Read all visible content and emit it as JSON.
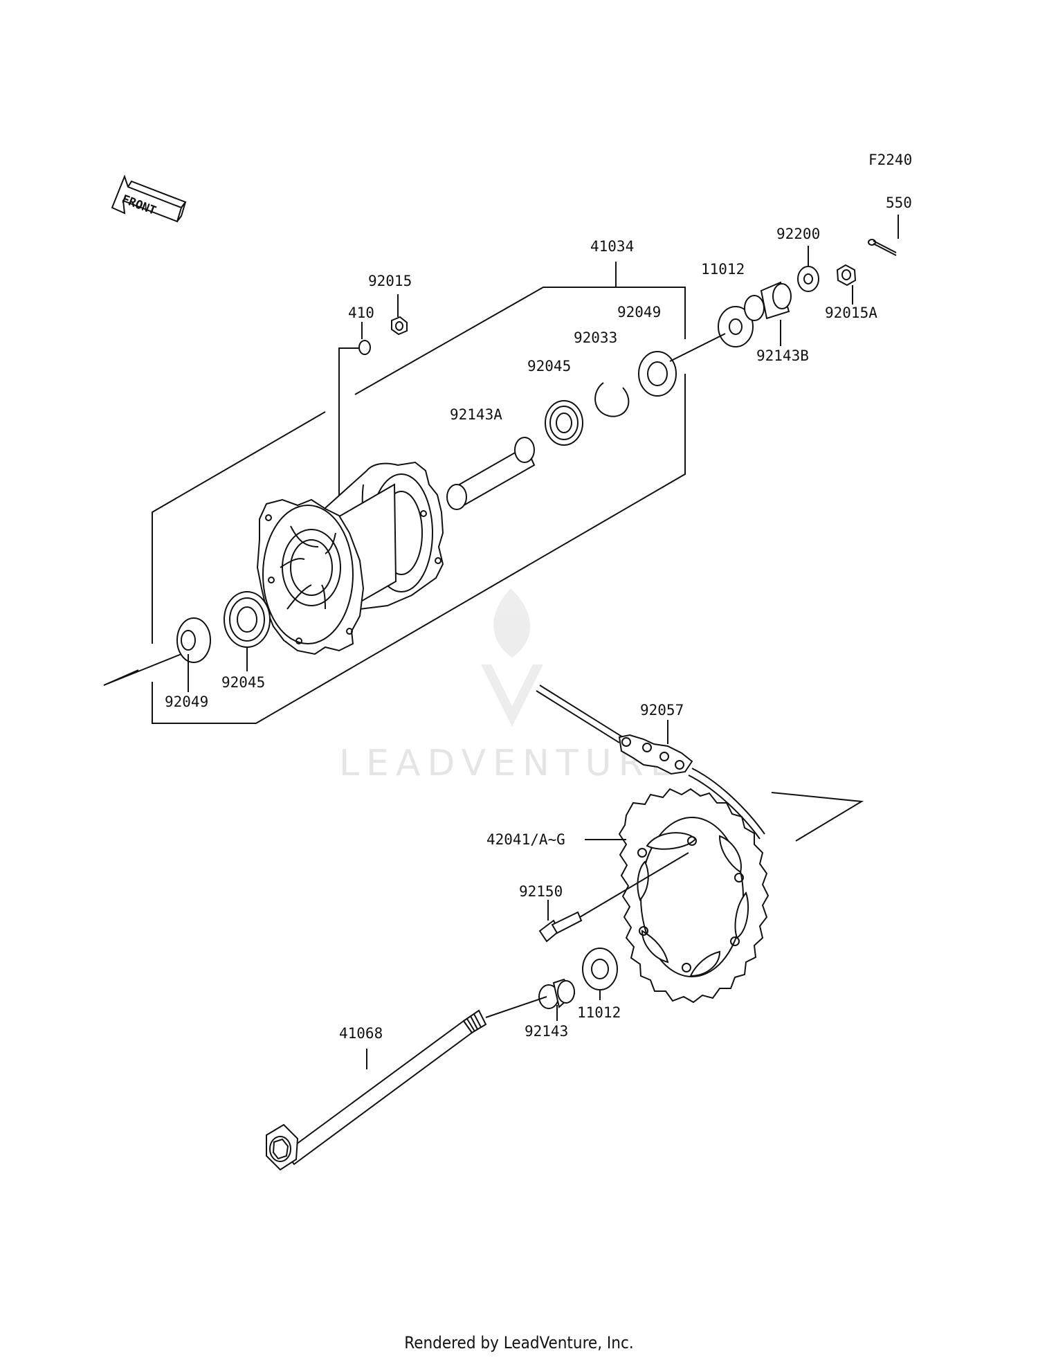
{
  "diagram_code": "F2240",
  "front_label": "FRONT",
  "watermark": "LEADVENTURE",
  "footer": "Rendered by LeadVenture, Inc.",
  "parts": {
    "p41034": "41034",
    "p92015": "92015",
    "p410": "410",
    "p11012_top": "11012",
    "p92200": "92200",
    "p550": "550",
    "p92049_top": "92049",
    "p92033": "92033",
    "p92045_top": "92045",
    "p92143A": "92143A",
    "p92143B": "92143B",
    "p92015A": "92015A",
    "p92045_bottom": "92045",
    "p92049_bottom": "92049",
    "p92057": "92057",
    "p42041": "42041/A~G",
    "p92150": "92150",
    "p11012_bottom": "11012",
    "p92143": "92143",
    "p41068": "41068"
  }
}
